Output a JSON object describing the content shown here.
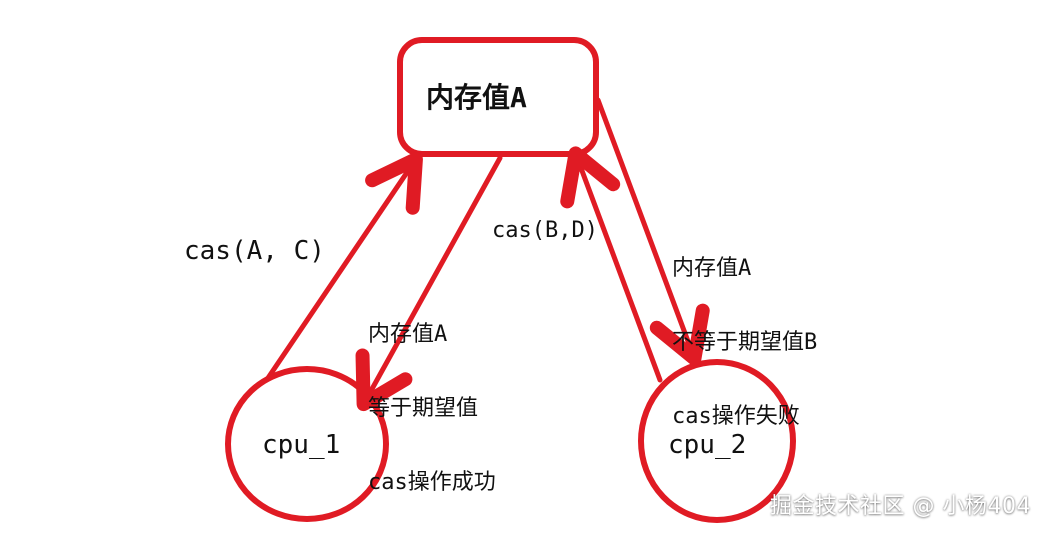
{
  "diagram": {
    "memory_node": {
      "label": "内存值A"
    },
    "cpu1_node": {
      "label": "cpu_1"
    },
    "cpu2_node": {
      "label": "cpu_2"
    },
    "edge_cpu1_to_memory": {
      "label": "cas(A, C)"
    },
    "edge_memory_to_cpu1": {
      "lines": [
        "内存值A",
        "等于期望值",
        "cas操作成功"
      ]
    },
    "edge_cpu2_to_memory": {
      "label": "cas(B,D)"
    },
    "edge_memory_to_cpu2": {
      "lines": [
        "内存值A",
        "不等于期望值B",
        "cas操作失败"
      ]
    }
  },
  "watermark": {
    "text": "掘金技术社区 @ 小杨404"
  },
  "colors": {
    "stroke": "#e01b24",
    "text": "#111111",
    "background": "#ffffff"
  }
}
